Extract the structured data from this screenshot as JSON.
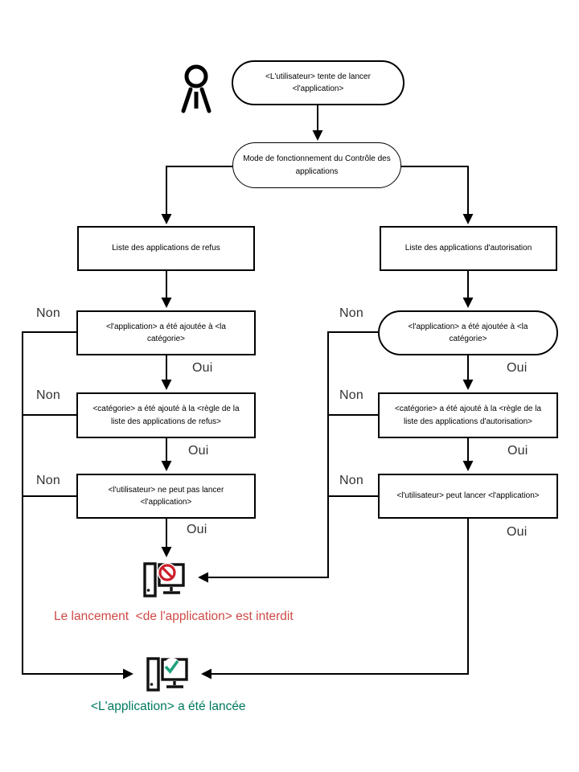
{
  "diagram": {
    "start": "<L'utilisateur> tente de lancer\n<l'application>",
    "mode": "Mode de fonctionnement du Contrôle des\napplications",
    "left_branch": {
      "list": "Liste des applications de refus",
      "step1": "<l'application> a été ajoutée à <la\ncatégorie>",
      "step2": "<catégorie> a été ajouté à la <règle de la\nliste des applications de refus>",
      "step3": "<l'utilisateur> ne peut pas lancer\n<l'application>"
    },
    "right_branch": {
      "list": "Liste des applications d'autorisation",
      "step1": "<l'application> a été ajoutée à <la\ncatégorie>",
      "step2": "<catégorie> a été ajouté à la <règle de la\nliste des applications d'autorisation>",
      "step3": "<l'utilisateur> peut lancer <l'application>"
    },
    "edge_labels": {
      "yes": "Oui",
      "no": "Non"
    },
    "outcomes": {
      "blocked": "Le lancement  <de l'application> est interdit",
      "launched": "<L'application> a été lancée"
    },
    "icons": {
      "user": "user-icon",
      "blocked": "blocked-computer-icon",
      "launched": "launched-computer-icon"
    },
    "colors": {
      "line": "#000000",
      "blocked_text": "#cd4a46",
      "launched_text": "#00795f",
      "prohibition_sign": "#cc1f2b",
      "check_mark": "#1ba27d"
    }
  }
}
